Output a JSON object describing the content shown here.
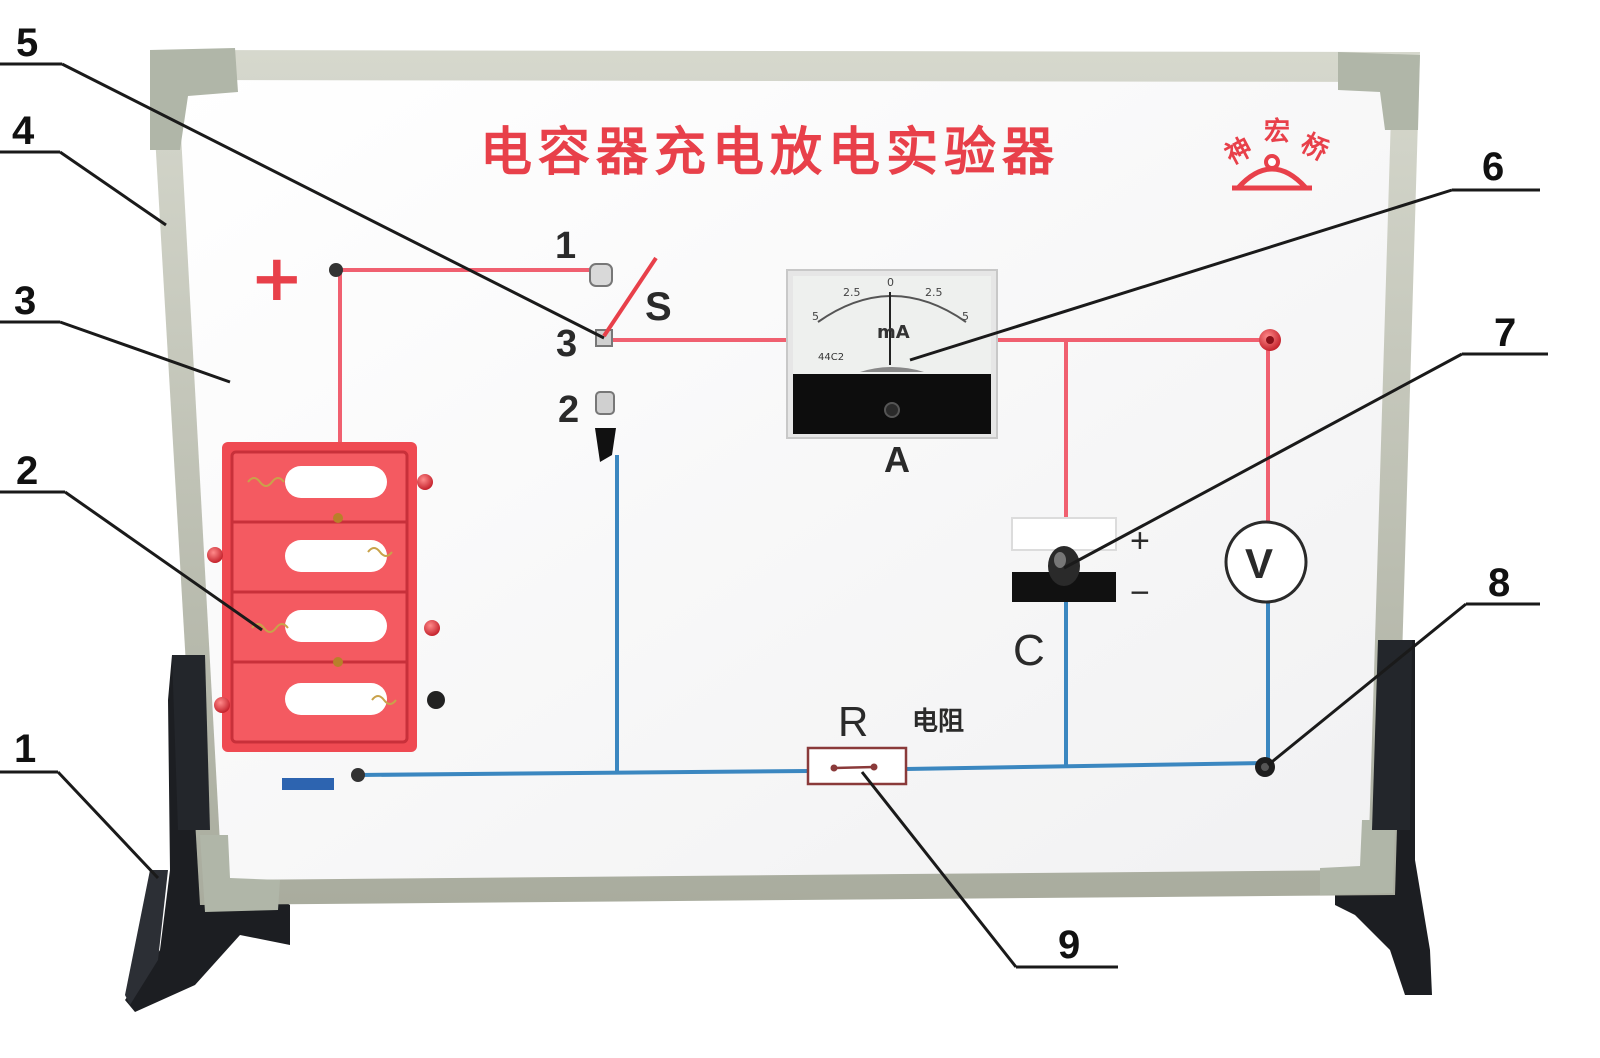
{
  "title": "电容器充电放电实验器",
  "brand": {
    "text": "神宏桥",
    "chars": [
      "神",
      "宏",
      "桥"
    ]
  },
  "terminals": {
    "plus": "+",
    "minus": "−"
  },
  "switch": {
    "name": "S",
    "pos1": "1",
    "pos2": "2",
    "pos3": "3"
  },
  "ammeter": {
    "unit": "mA",
    "label": "A",
    "model": "44C2",
    "scale": [
      "5",
      "2.5",
      "0",
      "2.5",
      "5"
    ]
  },
  "capacitor": {
    "label": "C",
    "plus": "+",
    "minus": "−"
  },
  "voltmeter": {
    "symbol": "V"
  },
  "resistor": {
    "symbol": "R",
    "name": "电阻"
  },
  "callouts": [
    "1",
    "2",
    "3",
    "4",
    "5",
    "6",
    "7",
    "8",
    "9"
  ],
  "colors": {
    "title": "#e8404a",
    "wire_red": "#f06070",
    "wire_blue": "#3b87c0",
    "battery_box": "#ef4a52",
    "frame": "#b9bcae",
    "stand": "#1e2024"
  }
}
